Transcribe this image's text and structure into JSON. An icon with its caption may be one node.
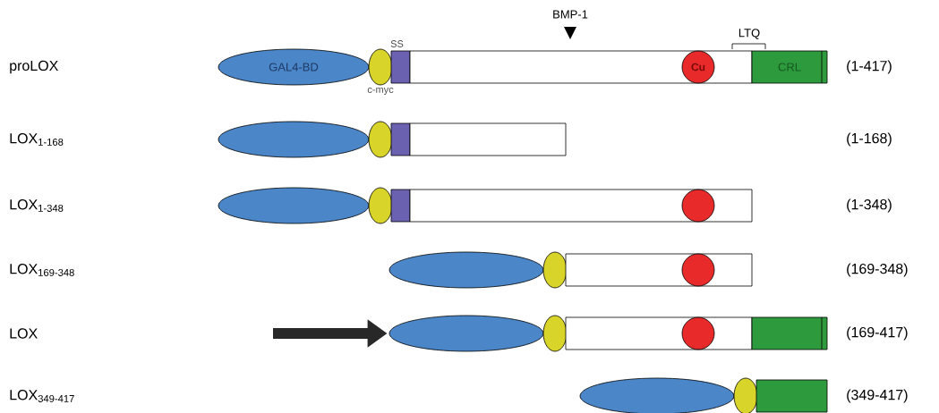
{
  "diagram": {
    "nodes": [
      {
        "text": [
          "GAL4-BD"
        ]
      },
      {
        "text": [],
        "shape": "ellipse",
        "beside": [
          "c-myc"
        ]
      },
      {
        "text": [],
        "shape": "bar",
        "beside": [
          "SS"
        ]
      },
      {
        "text": [],
        "shape": "box"
      },
      {
        "text": [
          "Cu"
        ],
        "in": 3
      },
      {
        "text": [
          "CRL"
        ]
      },
      {
        "text": [],
        "shape": "ellipse"
      },
      {
        "text": [],
        "shape": "ellipse"
      },
      {
        "text": [],
        "shape": "bar"
      },
      {
        "text": [],
        "shape": "box"
      },
      {
        "text": [],
        "shape": "ellipse"
      },
      {
        "text": [],
        "shape": "ellipse"
      },
      {
        "text": [],
        "shape": "bar"
      },
      {
        "text": [],
        "shape": "box"
      },
      {
        "text": [],
        "shape": "circle",
        "in": 13
      },
      {
        "text": [],
        "shape": "ellipse"
      },
      {
        "text": [],
        "shape": "ellipse"
      },
      {
        "text": [],
        "shape": "box"
      },
      {
        "text": [],
        "shape": "circle",
        "in": 17
      },
      {
        "text": [],
        "shape": "ellipse"
      },
      {
        "text": [],
        "shape": "ellipse"
      },
      {
        "text": [],
        "shape": "box"
      },
      {
        "text": [],
        "shape": "circle",
        "in": 21
      },
      {
        "text": [],
        "shape": "box"
      },
      {
        "text": [],
        "shape": "ellipse"
      },
      {
        "text": [],
        "shape": "ellipse"
      },
      {
        "text": [],
        "shape": "box"
      }
    ],
    "edges": [
      {
        "from": null,
        "to": 19,
        "arrow": "to"
      }
    ],
    "labels": [
      "BMP-1",
      "LTQ",
      "proLOX",
      "(1-417)",
      "LOX$_{1-168}$",
      "(1-168)",
      "LOX$_{1-348}$",
      "(1-348)",
      "LOX$_{169-348}$",
      "(169-348)",
      "LOX",
      "(169-417)",
      "LOX$_{349-417}$",
      "(349-417)"
    ]
  }
}
